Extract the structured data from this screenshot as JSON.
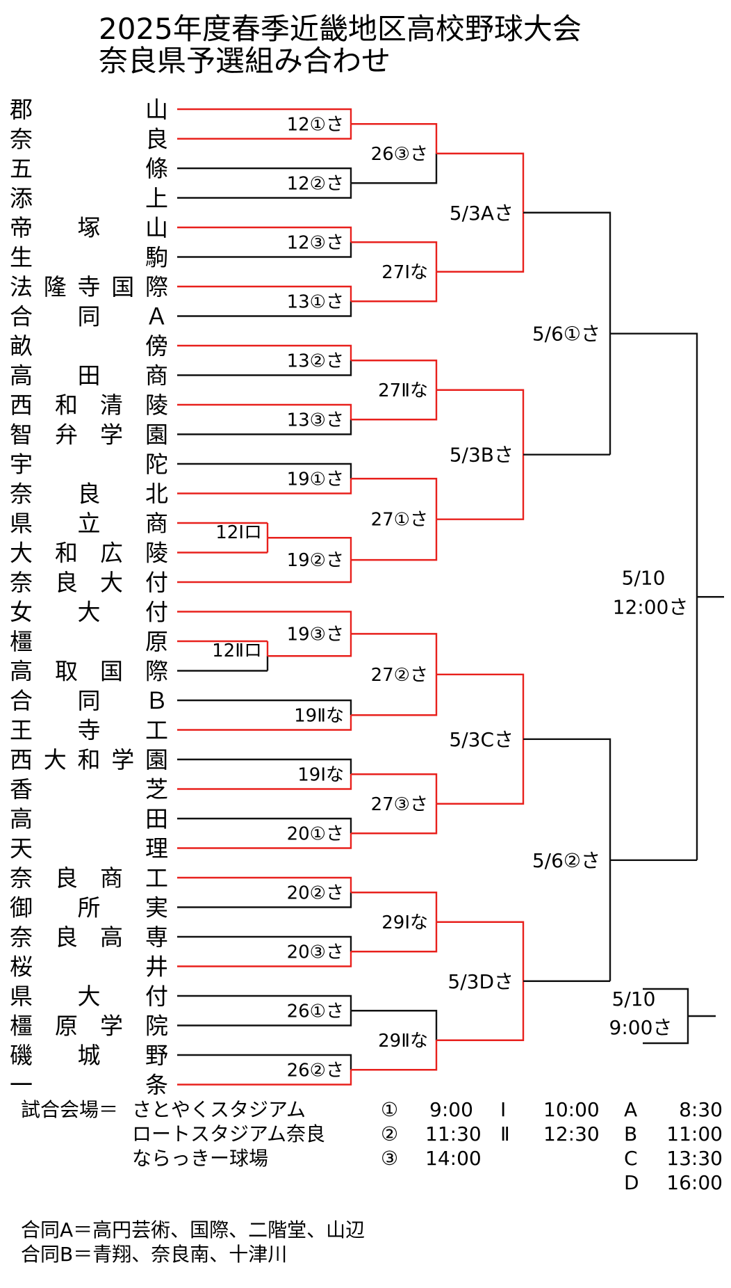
{
  "title_lines": [
    "2025年度春季近畿地区高校野球大会",
    "奈良県予選組み合わせ"
  ],
  "teams": [
    "郡山",
    "奈良",
    "五條",
    "添上",
    "帝塚山",
    "生駒",
    "法隆寺国際",
    "合同A",
    "畝傍",
    "高田商",
    "西和清陵",
    "智弁学園",
    "宇陀",
    "奈良北",
    "県立商",
    "大和広陵",
    "奈良大付",
    "女大付",
    "橿原",
    "高取国際",
    "合同B",
    "王寺工",
    "西大和学園",
    "香芝",
    "高田",
    "天理",
    "奈良商工",
    "御所実",
    "奈良高専",
    "桜井",
    "県大付",
    "橿原学院",
    "磯城野",
    "一条"
  ],
  "team_display": [
    "郡　　山",
    "奈　　良",
    "五　　條",
    "添　　上",
    "帝　塚　山",
    "生　　駒",
    "法隆寺国際",
    "合　同　Ａ",
    "畝　　傍",
    "高　田　商",
    "西和清陵",
    "智弁学園",
    "宇　　陀",
    "奈　良　北",
    "県　立　商",
    "大和広陵",
    "奈良大付",
    "女　大　付",
    "橿　　原",
    "高取国際",
    "合　同　Ｂ",
    "王　寺　工",
    "西大和学園",
    "香　　芝",
    "高　　田",
    "天　　理",
    "奈良商工",
    "御　所　実",
    "奈良高専",
    "桜　　井",
    "県　大　付",
    "橿原学院",
    "磯　城　野",
    "一　　条"
  ],
  "team_winners": [
    1,
    1,
    0,
    0,
    1,
    0,
    1,
    0,
    1,
    0,
    1,
    0,
    0,
    1,
    1,
    1,
    1,
    1,
    1,
    0,
    0,
    1,
    0,
    1,
    0,
    1,
    1,
    0,
    0,
    1,
    0,
    0,
    0,
    1
  ],
  "first_round": [
    "12①さ",
    "12②さ",
    "12③さ",
    "13①さ",
    "13②さ",
    "13③さ",
    "19①さ",
    "19②さ",
    "19③さ",
    "19Ⅱな",
    "19Ⅰな",
    "20①さ",
    "20②さ",
    "20③さ",
    "26①さ",
    "26②さ"
  ],
  "prelim_games": [
    "12Ⅰロ",
    "12Ⅱロ"
  ],
  "second_round": [
    "26③さ",
    "27Ⅰな",
    "27Ⅱな",
    "27①さ",
    "27②さ",
    "27③さ",
    "29Ⅰな",
    "29Ⅱな"
  ],
  "third_round": [
    "5/3Aさ",
    "5/3Bさ",
    "5/3Cさ",
    "5/3Dさ"
  ],
  "semifinals": [
    "5/6①さ",
    "5/6②さ"
  ],
  "final_label": [
    "5/10",
    "12:00さ"
  ],
  "third_place_label": [
    "5/10",
    "9:00さ"
  ],
  "venues": {
    "prefix": "試合会場＝",
    "list": [
      {
        "name": "さとやくスタジアム",
        "mark": "①",
        "time": "9:00"
      },
      {
        "name": "ロートスタジアム奈良",
        "mark": "②",
        "time": "11:30"
      },
      {
        "name": "ならっきー球場",
        "mark": "③",
        "time": "14:00"
      }
    ],
    "roman": [
      {
        "mark": "Ⅰ",
        "time": "10:00"
      },
      {
        "mark": "Ⅱ",
        "time": "12:30"
      }
    ],
    "letters": [
      {
        "mark": "A",
        "time": "8:30"
      },
      {
        "mark": "B",
        "time": "11:00"
      },
      {
        "mark": "C",
        "time": "13:30"
      },
      {
        "mark": "D",
        "time": "16:00"
      }
    ]
  },
  "notes": [
    "合同A＝高円芸術、国際、二階堂、山辺",
    "合同B＝青翔、奈良南、十津川"
  ],
  "colors": {
    "winner": "#e8201c",
    "line": "#111111"
  }
}
